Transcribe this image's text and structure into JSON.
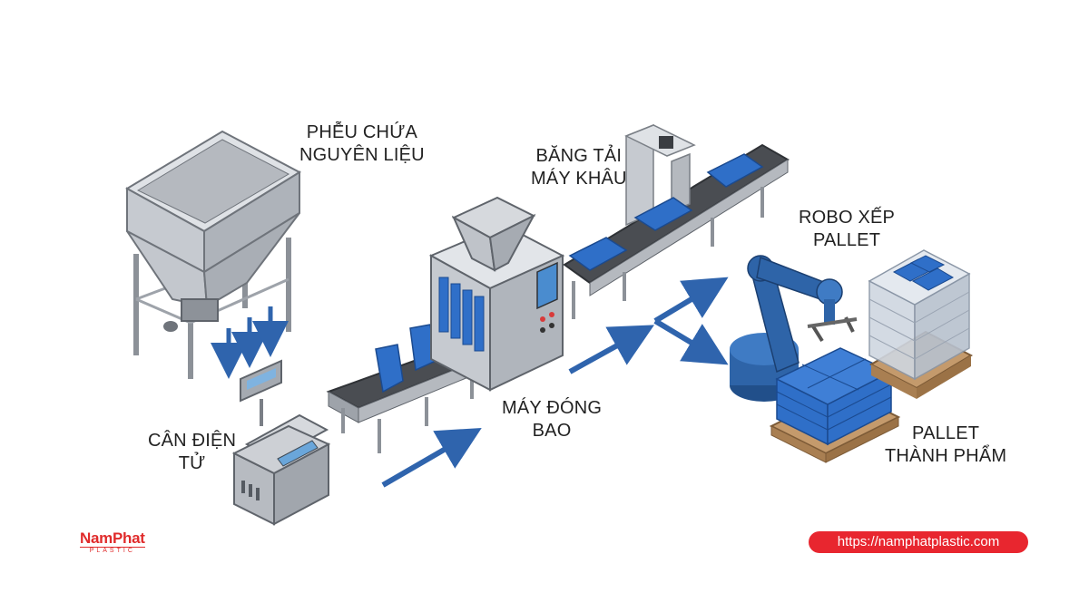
{
  "labels": {
    "hopper": [
      "PHỄU CHỨA",
      "NGUYÊN LIỆU"
    ],
    "conveyor_sewing": [
      "BĂNG TẢI",
      "MÁY KHÂU"
    ],
    "robot": [
      "ROBO XẾP",
      "PALLET"
    ],
    "scale": [
      "CÂN ĐIỆN",
      "TỬ"
    ],
    "bagging": [
      "MÁY ĐÓNG",
      "BAO"
    ],
    "pallet": [
      "PALLET",
      "THÀNH PHẨM"
    ]
  },
  "logo": {
    "brand": "NamPhat",
    "sub": "PLASTIC"
  },
  "url": "https://namphatplastic.com",
  "colors": {
    "steel": "#c9ccd1",
    "steel_dark": "#9ea3aa",
    "bag_blue": "#2f6fc8",
    "robot_blue": "#2e64a8",
    "arrow_blue": "#2f64ad",
    "belt": "#4a4d52",
    "pallet_wood": "#c49a6c",
    "brand_red": "#e8262f"
  },
  "icons": [
    "hopper-icon",
    "scale-icon",
    "bagging-machine-icon",
    "sewing-conveyor-icon",
    "robot-arm-icon",
    "pallet-icon",
    "flow-arrow-icon"
  ]
}
